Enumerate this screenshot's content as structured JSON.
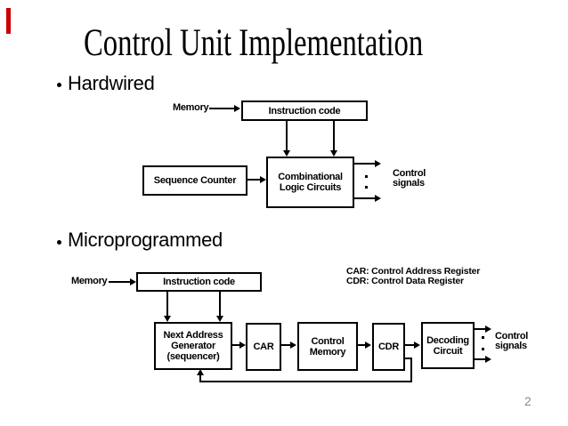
{
  "slide": {
    "title": "Control Unit Implementation",
    "page_number": "2"
  },
  "colors": {
    "line": "#000000",
    "accent_bar": "#cc0000",
    "page_number": "#8c8c8c"
  },
  "bullets": {
    "hardwired": "Hardwired",
    "microprogrammed": "Microprogrammed"
  },
  "hardwired": {
    "memory": "Memory",
    "instruction_code": "Instruction code",
    "sequence_counter": "Sequence Counter",
    "comb_logic": [
      "Combinational",
      "Logic Circuits"
    ],
    "control_signals": [
      "Control",
      "signals"
    ]
  },
  "micro": {
    "memory": "Memory",
    "instruction_code": "Instruction code",
    "next_addr": [
      "Next Address",
      "Generator",
      "(sequencer)"
    ],
    "car": "CAR",
    "control_memory": [
      "Control",
      "Memory"
    ],
    "cdr": "CDR",
    "decoding": [
      "Decoding",
      "Circuit"
    ],
    "control_signals": [
      "Control",
      "signals"
    ],
    "legend": [
      "CAR: Control Address Register",
      "CDR: Control Data Register"
    ]
  }
}
